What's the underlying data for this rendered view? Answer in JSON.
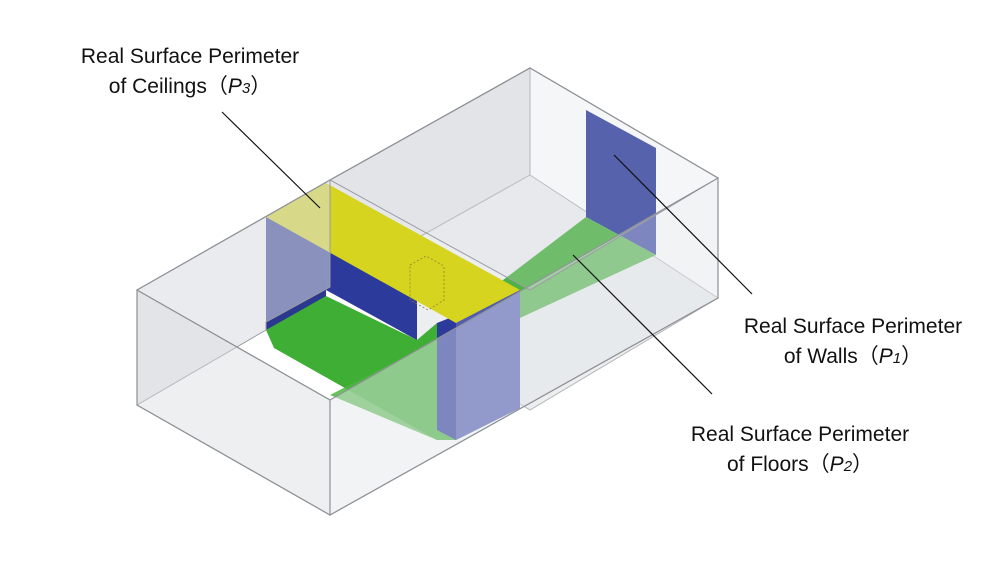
{
  "colors": {
    "box_fill": "#d9dbe0",
    "box_edge": "#9a9ca3",
    "wall": "#2b3a9b",
    "floor": "#3fae35",
    "ceiling": "#d6d41e",
    "leader": "#111111"
  },
  "labels": {
    "ceilings": {
      "line1": "Real Surface Perimeter",
      "line2_text": "of Ceilings",
      "symbol": "P",
      "subscript": "3"
    },
    "walls": {
      "line1": "Real Surface Perimeter",
      "line2_text": "of Walls",
      "symbol": "P",
      "subscript": "1"
    },
    "floors": {
      "line1": "Real Surface Perimeter",
      "line2_text": "of Floors",
      "symbol": "P",
      "subscript": "2"
    }
  }
}
